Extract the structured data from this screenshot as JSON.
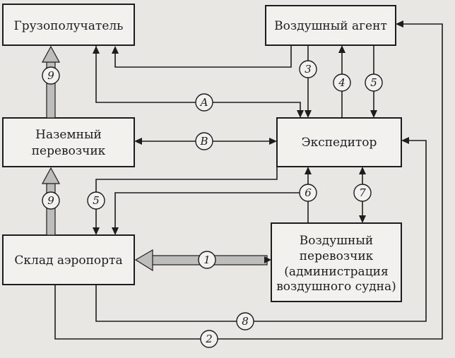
{
  "nodes": {
    "consignee": "Грузополучатель",
    "air_agent": "Воздушный агент",
    "ground_carrier": [
      "Наземный",
      "перевозчик"
    ],
    "forwarder": "Экспедитор",
    "airport_warehouse": "Склад аэропорта",
    "air_carrier": [
      "Воздушный",
      "перевозчик",
      "(администрация",
      "воздушного судна)"
    ]
  },
  "flow_labels": {
    "A": "A",
    "B": "B",
    "n1": "1",
    "n2": "2",
    "n3": "3",
    "n4": "4",
    "n5_top": "5",
    "n5_left": "5",
    "n6": "6",
    "n7": "7",
    "n8": "8",
    "n9_top": "9",
    "n9_bottom": "9"
  }
}
